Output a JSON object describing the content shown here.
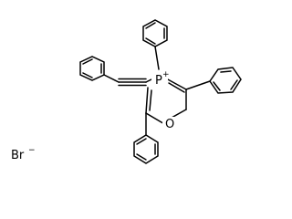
{
  "molecule": {
    "atoms": {
      "phosphorus": {
        "symbol": "P",
        "charge": "+"
      },
      "oxygen": {
        "symbol": "O"
      }
    },
    "counterion": {
      "symbol": "Br",
      "charge": "−"
    }
  },
  "colors": {
    "ink": "#000000",
    "background": "#ffffff"
  }
}
